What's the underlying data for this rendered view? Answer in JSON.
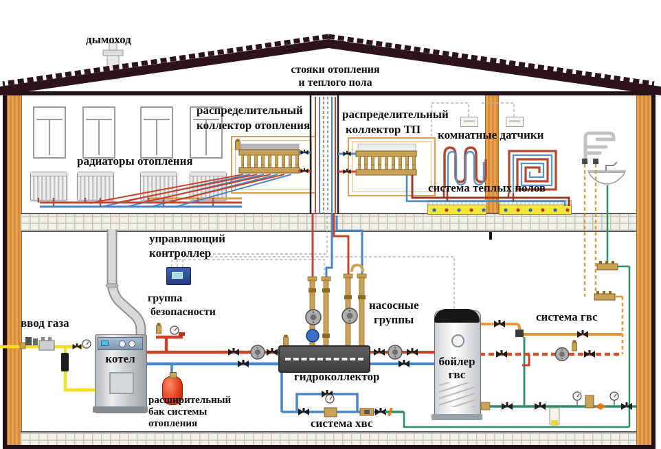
{
  "diagram": {
    "type": "home-heating-system-schematic",
    "counts": {
      "windows": 4,
      "radiators": 4,
      "room_sensors": 2,
      "pump_groups": 2,
      "manifolds": 2
    }
  },
  "labels": {
    "chimney": "дымоход",
    "risers_line1": "стояки отопления",
    "risers_line2": "и теплого пола",
    "dist_heating_line1": "распределительный",
    "dist_heating_line2": "коллектор отопления",
    "dist_tp_line1": "распределительный",
    "dist_tp_line2": "коллектор ТП",
    "room_sensors": "комнатные датчики",
    "radiators": "радиаторы отопления",
    "warm_floor": "система теплых полов",
    "controller_line1": "управляющий",
    "controller_line2": "контроллер",
    "safety_line1": "группа",
    "safety_line2": "безопасности",
    "gas_inlet": "ввод газа",
    "boiler": "котел",
    "exp_line1": "расширительный",
    "exp_line2": "бак системы",
    "exp_line3": "отопления",
    "pumps_line1": "насосные",
    "pumps_line2": "группы",
    "hydro": "гидроколлектор",
    "dhw_line1": "бойлер",
    "dhw_line2": "гвс",
    "dhw_system": "система гвс",
    "cws_system": "система хвс"
  },
  "colors": {
    "supply_pipe": "#cf4128",
    "return_pipe": "#4a86c6",
    "gas_pipe": "#f2df1f",
    "cold_water_pipe": "#2f8f68",
    "hot_water_pipe": "#e8953f",
    "recirculation_pipe": "#d05228",
    "wall": "#e7a152",
    "roof": "#2c141a",
    "floor_heating_screed": "#f2e63e",
    "brass": "#c9a257"
  }
}
